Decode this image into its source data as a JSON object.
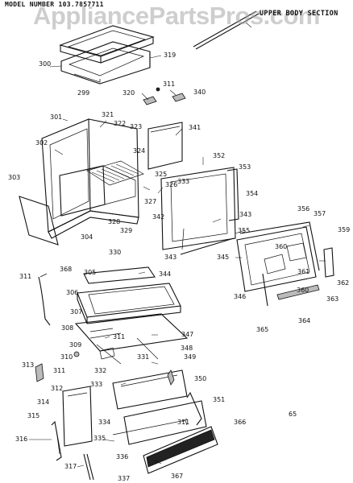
{
  "header": {
    "model": "MODEL NUMBER 103.7857711",
    "section": "UPPER BODY SECTION"
  },
  "watermark": "AppliancePartsPros.com",
  "callouts": [
    {
      "id": "c300",
      "text": "300"
    },
    {
      "id": "c319",
      "text": "319"
    },
    {
      "id": "c299",
      "text": "299"
    },
    {
      "id": "c311a",
      "text": "311"
    },
    {
      "id": "c320",
      "text": "320"
    },
    {
      "id": "c340",
      "text": "340"
    },
    {
      "id": "c301",
      "text": "301"
    },
    {
      "id": "c321",
      "text": "321"
    },
    {
      "id": "c322",
      "text": "322"
    },
    {
      "id": "c323",
      "text": "323"
    },
    {
      "id": "c341",
      "text": "341"
    },
    {
      "id": "c302",
      "text": "302"
    },
    {
      "id": "c324",
      "text": "324"
    },
    {
      "id": "c352",
      "text": "352"
    },
    {
      "id": "c353",
      "text": "353"
    },
    {
      "id": "c325",
      "text": "325"
    },
    {
      "id": "c303",
      "text": "303"
    },
    {
      "id": "c326",
      "text": "326"
    },
    {
      "id": "c333a",
      "text": "333"
    },
    {
      "id": "c354",
      "text": "354"
    },
    {
      "id": "c327",
      "text": "327"
    },
    {
      "id": "c343a",
      "text": "343"
    },
    {
      "id": "c356",
      "text": "356"
    },
    {
      "id": "c357",
      "text": "357"
    },
    {
      "id": "c328",
      "text": "328"
    },
    {
      "id": "c342",
      "text": "342"
    },
    {
      "id": "c329",
      "text": "329"
    },
    {
      "id": "c304",
      "text": "304"
    },
    {
      "id": "c355",
      "text": "355"
    },
    {
      "id": "c359",
      "text": "359"
    },
    {
      "id": "c343b",
      "text": "343"
    },
    {
      "id": "c345",
      "text": "345"
    },
    {
      "id": "c360a",
      "text": "360"
    },
    {
      "id": "c330",
      "text": "330"
    },
    {
      "id": "c311b",
      "text": "311"
    },
    {
      "id": "c368",
      "text": "368"
    },
    {
      "id": "c305",
      "text": "305"
    },
    {
      "id": "c344",
      "text": "344"
    },
    {
      "id": "c361",
      "text": "361"
    },
    {
      "id": "c362",
      "text": "362"
    },
    {
      "id": "c306",
      "text": "306"
    },
    {
      "id": "c346",
      "text": "346"
    },
    {
      "id": "c360b",
      "text": "360"
    },
    {
      "id": "c363",
      "text": "363"
    },
    {
      "id": "c307",
      "text": "307"
    },
    {
      "id": "c364",
      "text": "364"
    },
    {
      "id": "c365",
      "text": "365"
    },
    {
      "id": "c308",
      "text": "308"
    },
    {
      "id": "c311c",
      "text": "311"
    },
    {
      "id": "c347",
      "text": "347"
    },
    {
      "id": "c309",
      "text": "309"
    },
    {
      "id": "c348",
      "text": "348"
    },
    {
      "id": "c313",
      "text": "313"
    },
    {
      "id": "c310",
      "text": "310"
    },
    {
      "id": "c331",
      "text": "331"
    },
    {
      "id": "c349",
      "text": "349"
    },
    {
      "id": "c311d",
      "text": "311"
    },
    {
      "id": "c332",
      "text": "332"
    },
    {
      "id": "c350",
      "text": "350"
    },
    {
      "id": "c312",
      "text": "312"
    },
    {
      "id": "c333b",
      "text": "333"
    },
    {
      "id": "c351",
      "text": "351"
    },
    {
      "id": "c314",
      "text": "314"
    },
    {
      "id": "c65",
      "text": "65"
    },
    {
      "id": "c315",
      "text": "315"
    },
    {
      "id": "c334",
      "text": "334"
    },
    {
      "id": "c311e",
      "text": "311"
    },
    {
      "id": "c366",
      "text": "366"
    },
    {
      "id": "c316",
      "text": "316"
    },
    {
      "id": "c335",
      "text": "335"
    },
    {
      "id": "c336",
      "text": "336"
    },
    {
      "id": "c317",
      "text": "317"
    },
    {
      "id": "c337",
      "text": "337"
    },
    {
      "id": "c367",
      "text": "367"
    }
  ]
}
